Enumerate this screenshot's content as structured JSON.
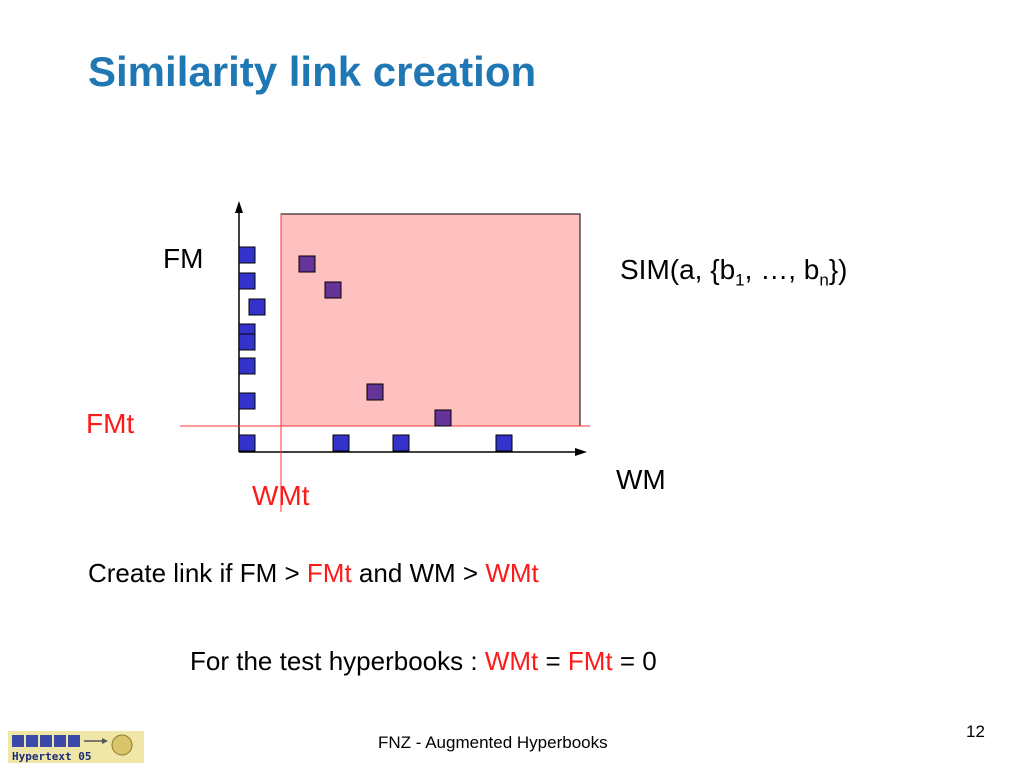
{
  "slide": {
    "title": "Similarity link creation",
    "page_number": "12",
    "footer": "FNZ - Augmented Hyperbooks",
    "logo_text": "Hypertext 05"
  },
  "diagram": {
    "y_axis_label": "FM",
    "x_axis_label": "WM",
    "fm_threshold_label": "FMt",
    "wm_threshold_label": "WMt",
    "formula": {
      "prefix": "SIM(a, {b",
      "sub1": "1",
      "middle": ", …, b",
      "sub2": "n",
      "suffix": "})"
    },
    "colors": {
      "region_fill": "#ffc0c0",
      "threshold_line": "#ff3333",
      "point_blue": "#3333cc",
      "point_purple": "#663399",
      "title": "#1f77b4",
      "emphasis": "#ff1a1a"
    }
  },
  "text": {
    "rule_prefix": "Create link if FM > ",
    "rule_fmt": "FMt",
    "rule_middle": " and WM > ",
    "rule_wmt": "WMt",
    "test_prefix": "For the test hyperbooks : ",
    "test_wmt": "WMt",
    "test_eq1": " = ",
    "test_fmt": "FMt",
    "test_eq2": " = 0"
  }
}
